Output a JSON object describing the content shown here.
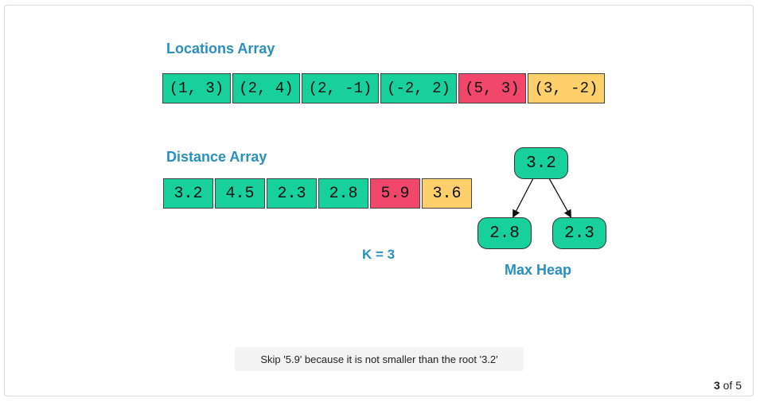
{
  "locations": {
    "title": "Locations Array",
    "items": [
      {
        "text": "(1, 3)",
        "color": "green"
      },
      {
        "text": "(2, 4)",
        "color": "green"
      },
      {
        "text": "(2, -1)",
        "color": "green"
      },
      {
        "text": "(-2, 2)",
        "color": "green"
      },
      {
        "text": "(5, 3)",
        "color": "red"
      },
      {
        "text": "(3, -2)",
        "color": "yellow"
      }
    ]
  },
  "distances": {
    "title": "Distance Array",
    "items": [
      {
        "text": "3.2",
        "color": "green"
      },
      {
        "text": "4.5",
        "color": "green"
      },
      {
        "text": "2.3",
        "color": "green"
      },
      {
        "text": "2.8",
        "color": "green"
      },
      {
        "text": "5.9",
        "color": "red"
      },
      {
        "text": "3.6",
        "color": "yellow"
      }
    ]
  },
  "k_label": "K = 3",
  "heap": {
    "title": "Max Heap",
    "root": "3.2",
    "left": "2.8",
    "right": "2.3"
  },
  "caption": "Skip '5.9' because it is not smaller than the root '3.2'",
  "pager": {
    "current": "3",
    "separator": "of",
    "total": "5"
  },
  "colors": {
    "green": "#17d09c",
    "red": "#f0476b",
    "yellow": "#fdd06b",
    "accent": "#2a8fbd"
  }
}
